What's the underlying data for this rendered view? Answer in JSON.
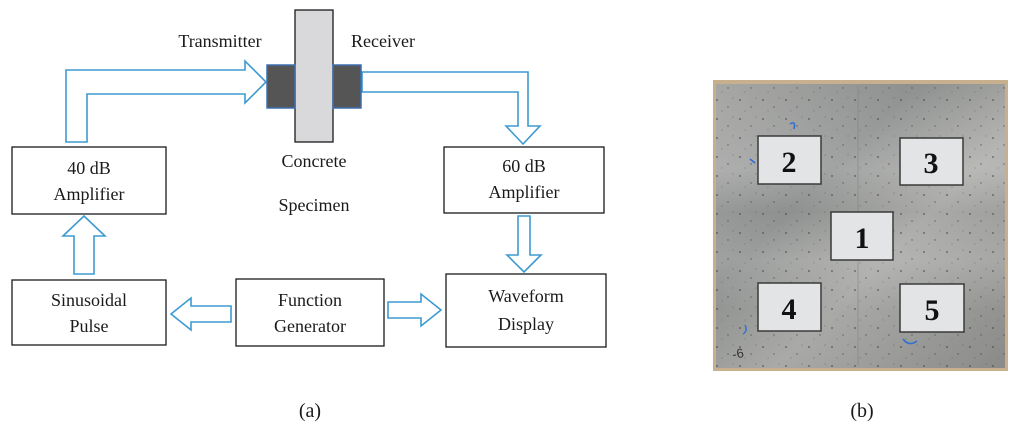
{
  "panel_a": {
    "transmitter_label": "Transmitter",
    "receiver_label": "Receiver",
    "specimen_line1": "Concrete",
    "specimen_line2": "Specimen",
    "amp40_line1": "40 dB",
    "amp40_line2": "Amplifier",
    "amp60_line1": "60 dB",
    "amp60_line2": "Amplifier",
    "pulse_line1": "Sinusoidal",
    "pulse_line2": "Pulse",
    "generator_line1": "Function",
    "generator_line2": "Generator",
    "display_line1": "Waveform",
    "display_line2": "Display",
    "caption": "(a)",
    "colors": {
      "arrow_stroke": "#3d9ad1",
      "specimen_fill": "#d9d9db",
      "transducer_fill": "#555555",
      "transducer_stroke": "#3d6fb0"
    }
  },
  "panel_b": {
    "tiles": [
      "2",
      "3",
      "1",
      "4",
      "5"
    ],
    "corner_mark": "-6",
    "caption": "(b)",
    "colors": {
      "concrete": "#9b9b99",
      "frame": "#c8b08f"
    }
  }
}
